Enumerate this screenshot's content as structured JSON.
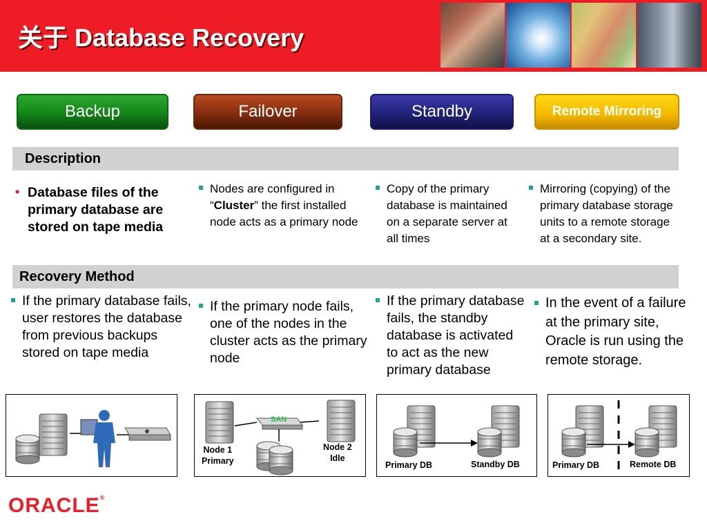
{
  "header": {
    "title_cjk": "关于",
    "title_main": "Database Recovery",
    "bg_color": "#ee1c25"
  },
  "tabs": [
    {
      "label": "Backup",
      "color": "#148a1a"
    },
    {
      "label": "Failover",
      "color": "#8a2f10"
    },
    {
      "label": "Standby",
      "color": "#22227a"
    },
    {
      "label": "Remote Mirroring",
      "color": "#f4b800"
    }
  ],
  "description": {
    "heading": "Description",
    "backup": "Database files of the primary database are stored on tape media",
    "failover_pre": "Nodes are configured in “",
    "failover_bold": "Cluster",
    "failover_post": "” the first installed node acts as a primary node",
    "standby": "Copy of the primary database is maintained on a separate server at all times",
    "remote": "Mirroring (copying) of the primary database storage units to a remote storage at a secondary site."
  },
  "recovery": {
    "heading": "Recovery Method",
    "backup": "If the primary database fails, user restores the database from previous backups stored on tape media",
    "failover": "If the primary node fails, one of the nodes in the cluster acts as the primary node",
    "standby": "If the primary database fails, the standby database is activated to act as the new primary database",
    "remote": "In the event of a failure at the primary site, Oracle is run using the remote storage."
  },
  "diagrams": {
    "failover": {
      "node1_line1": "Node 1",
      "node1_line2": "Primary",
      "node2_line1": "Node 2",
      "node2_line2": "Idle",
      "san": "SAN"
    },
    "standby": {
      "primary": "Primary DB",
      "standby": "Standby DB"
    },
    "remote": {
      "primary": "Primary DB",
      "remote": "Remote DB"
    }
  },
  "footer": {
    "logo": "ORACLE",
    "logo_mark": "®"
  }
}
